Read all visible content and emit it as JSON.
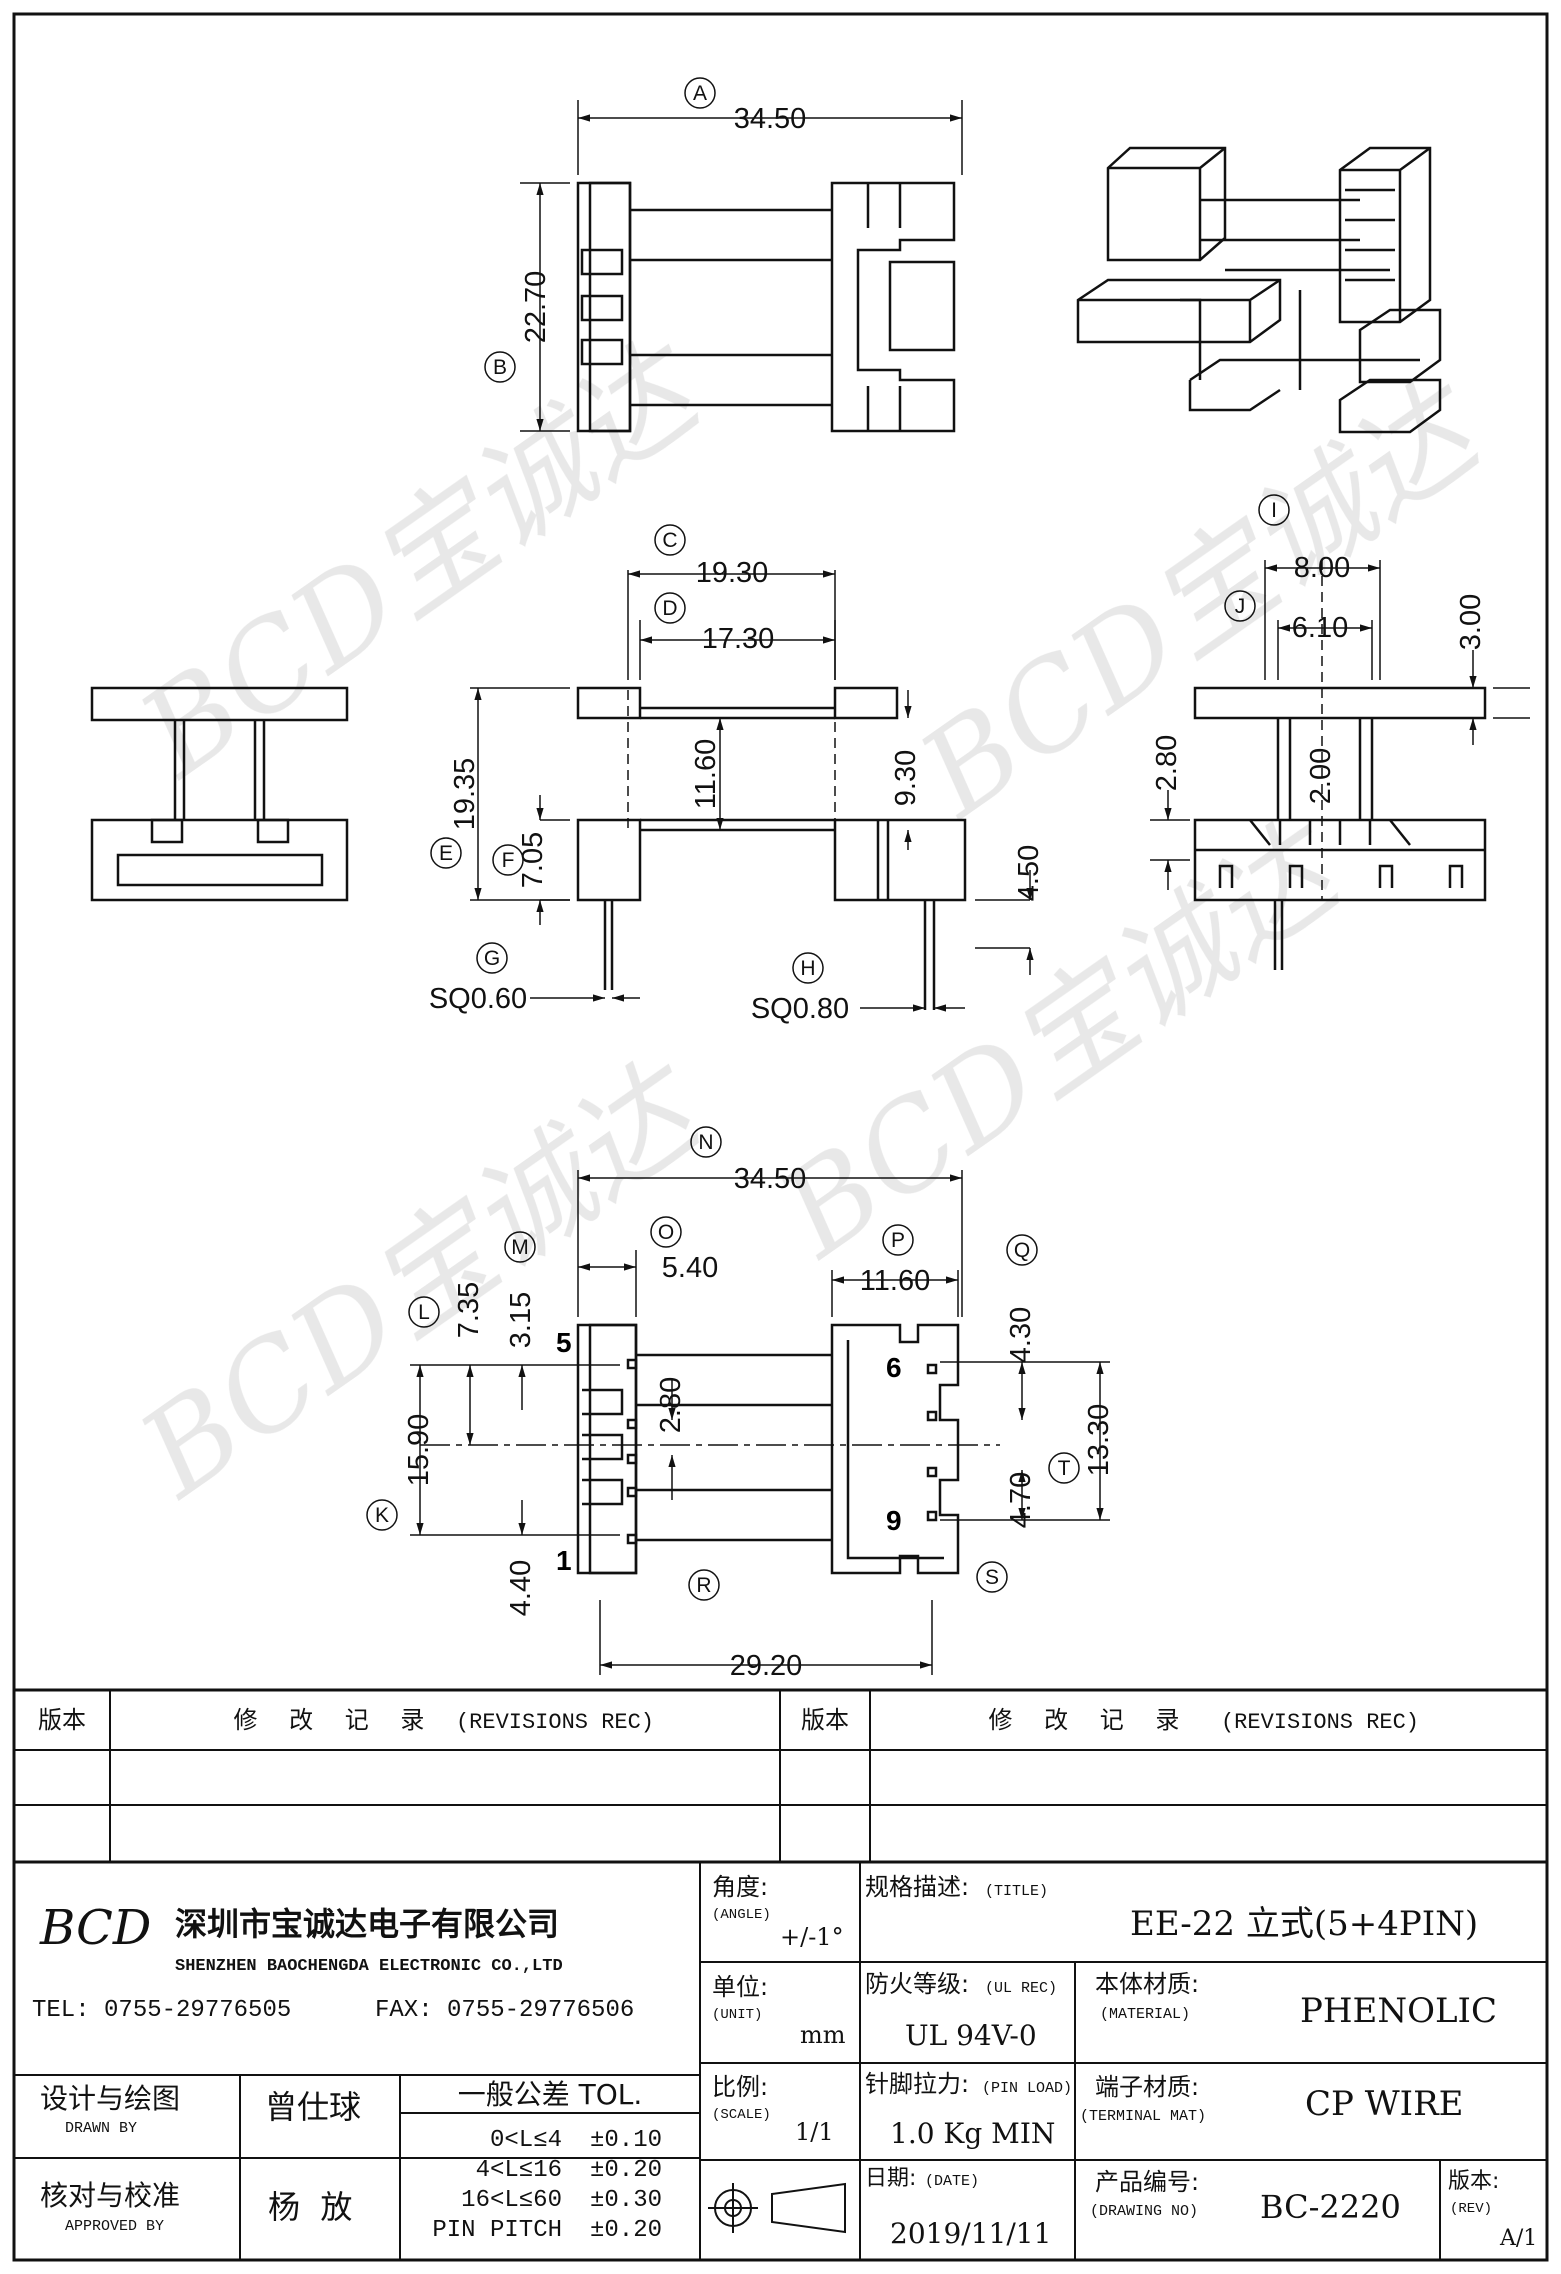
{
  "watermark": "BCD宝诚达",
  "views": {
    "top": {
      "dims": [
        "34.50",
        "22.70"
      ],
      "labels": [
        "A",
        "B"
      ]
    },
    "front": {
      "dims": [
        "19.30",
        "17.30",
        "19.35",
        "11.60",
        "9.30",
        "7.05",
        "4.50",
        "SQ0.60",
        "SQ0.80"
      ],
      "labels": [
        "C",
        "D",
        "E",
        "F",
        "G",
        "H"
      ]
    },
    "side": {
      "dims": [
        "8.00",
        "6.10",
        "3.00",
        "2.80",
        "2.00"
      ],
      "labels": [
        "I",
        "J"
      ]
    },
    "bottom": {
      "dims": [
        "34.50",
        "5.40",
        "11.60",
        "7.35",
        "3.15",
        "15.90",
        "2.80",
        "4.30",
        "13.30",
        "4.70",
        "4.40",
        "29.20"
      ],
      "labels": [
        "N",
        "O",
        "P",
        "Q",
        "M",
        "L",
        "K",
        "T",
        "S",
        "R"
      ],
      "pins": [
        "5",
        "1",
        "6",
        "9"
      ]
    }
  },
  "title_block": {
    "rev_header": {
      "ver": "版本",
      "rec": "修 改 记 录",
      "rec_en": "(REVISIONS REC)"
    },
    "company_cn": "深圳市宝诚达电子有限公司",
    "company_en": "SHENZHEN BAOCHENGDA ELECTRONIC CO.,LTD",
    "logo": "BCD",
    "tel": "TEL: 0755-29776505",
    "fax": "FAX: 0755-29776506",
    "angle": {
      "label": "角度:",
      "en": "(ANGLE)",
      "value": "+/-1°"
    },
    "unit": {
      "label": "单位:",
      "en": "(UNIT)",
      "value": "mm"
    },
    "scale": {
      "label": "比例:",
      "en": "(SCALE)",
      "value": "1/1"
    },
    "title": {
      "label": "规格描述:",
      "en": "(TITLE)",
      "value": "EE-22 立式(5+4PIN)"
    },
    "ul": {
      "label": "防火等级:",
      "en": "(UL REC)",
      "value": "UL 94V-0"
    },
    "material": {
      "label": "本体材质:",
      "en": "(MATERIAL)",
      "value": "PHENOLIC"
    },
    "pin_load": {
      "label": "针脚拉力:",
      "en": "(PIN LOAD)",
      "value": "1.0 Kg MIN"
    },
    "terminal": {
      "label": "端子材质:",
      "en": "(TERMINAL MAT)",
      "value": "CP WIRE"
    },
    "date": {
      "label": "日期:",
      "en": "(DATE)",
      "value": "2019/11/11"
    },
    "drawing_no": {
      "label": "产品编号:",
      "en": "(DRAWING NO)",
      "value": "BC-2220"
    },
    "rev": {
      "label": "版本:",
      "en": "(REV)",
      "value": "A/1"
    },
    "drawn": {
      "label": "设计与绘图",
      "en": "DRAWN BY",
      "name": "曾仕球"
    },
    "approved": {
      "label": "核对与校准",
      "en": "APPROVED BY",
      "name": "杨  放"
    },
    "tol": {
      "title": "一般公差 TOL.",
      "rows": [
        {
          "range": "0<L≤4",
          "val": "±0.10"
        },
        {
          "range": "4<L≤16",
          "val": "±0.20"
        },
        {
          "range": "16<L≤60",
          "val": "±0.30"
        },
        {
          "range": "PIN PITCH",
          "val": "±0.20"
        }
      ]
    }
  }
}
